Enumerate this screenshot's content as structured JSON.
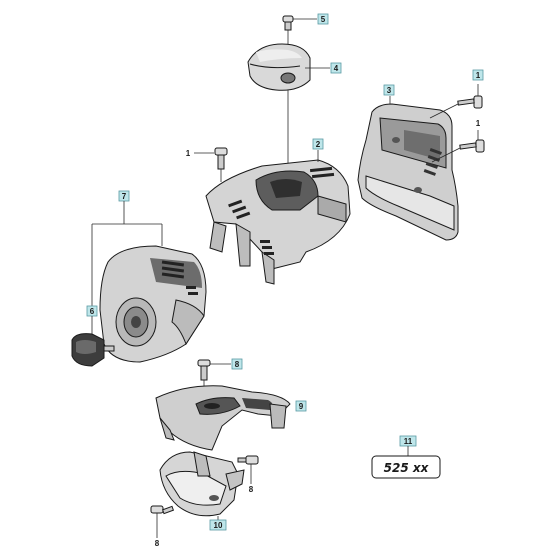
{
  "parts": [
    {
      "id": "screw-top",
      "label": "5"
    },
    {
      "id": "top-cap",
      "label": "4"
    },
    {
      "id": "rear-cover",
      "label": "3"
    },
    {
      "id": "rear-screw-upper",
      "label": "1"
    },
    {
      "id": "rear-screw-lower",
      "label": "1"
    },
    {
      "id": "main-cover",
      "label": "2"
    },
    {
      "id": "main-cover-screw",
      "label": "1"
    },
    {
      "id": "starter-cover-group",
      "label": "7"
    },
    {
      "id": "starter-knob",
      "label": "6"
    },
    {
      "id": "lower-cover-screw",
      "label": "8"
    },
    {
      "id": "lower-cover",
      "label": "9"
    },
    {
      "id": "bottom-cover-screw-right",
      "label": "8"
    },
    {
      "id": "bottom-cover-screw-left",
      "label": "8"
    },
    {
      "id": "bottom-cover",
      "label": "10"
    },
    {
      "id": "model-decal",
      "label": "11"
    }
  ],
  "model_decal_text": "525 xx"
}
